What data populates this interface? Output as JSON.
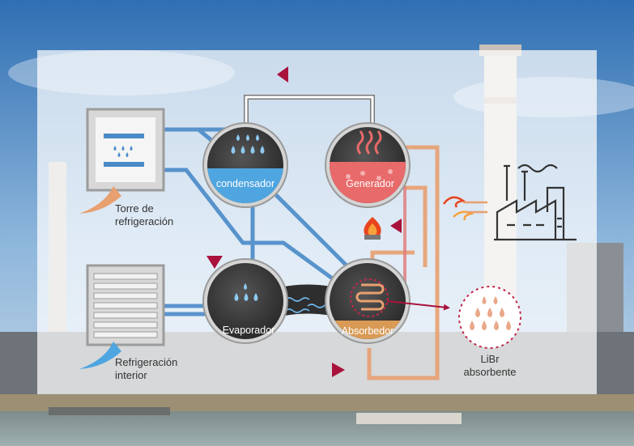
{
  "labels": {
    "cooling_tower": [
      "Torre de",
      "refrigeración"
    ],
    "indoor_cooling": [
      "Refrigeración",
      "interior"
    ],
    "condenser": "condensador",
    "generator": "Generador",
    "evaporator": "Evaporador",
    "absorber": "Absorbedor",
    "libr": [
      "LiBr",
      "absorbente"
    ]
  },
  "colors": {
    "red_arrow": "#a8123c",
    "blue_pipe": "#4a8ac8",
    "orange_pipe": "#e8a070",
    "pink_pipe": "#e07a7a",
    "vessel_dark": "#3a3a3a",
    "water": "#4fa5e0",
    "generator_fluid": "#e86a6a",
    "absorber_fluid": "#d99a55"
  },
  "icons": [
    "cooling-tower-icon",
    "indoor-unit-icon",
    "factory-icon",
    "flame-icon",
    "libr-drops-icon",
    "heat-wave-icon"
  ]
}
